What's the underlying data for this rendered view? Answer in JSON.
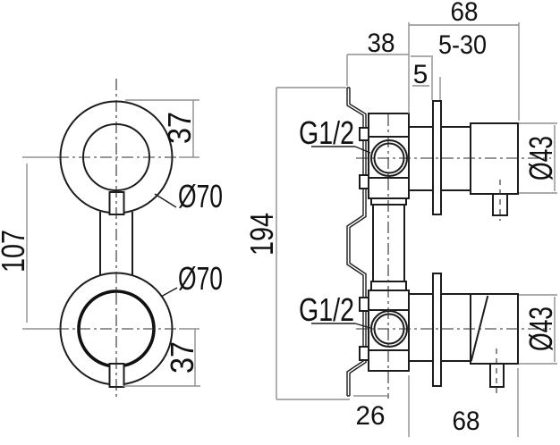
{
  "meta": {
    "drawing_type": "technical installation drawing, shower mixer valve, front and side views",
    "colors": {
      "background": "#ffffff",
      "object_line": "#1c1c1c",
      "dimension_line": "#8f8f8f",
      "text": "#111111"
    }
  },
  "labels": {
    "front": {
      "center_distance": "107",
      "top_offset": "37",
      "top_diameter": "Ø70",
      "bottom_diameter": "Ø70",
      "bottom_offset": "37"
    },
    "side": {
      "depth_top": "68",
      "wall_clearance": "38",
      "adjust_range": "5-30",
      "flange_thickness": "5",
      "thread_top": "G1/2",
      "handle_diameter_top": "Ø43",
      "total_height": "194",
      "thread_bottom": "G1/2",
      "handle_diameter_bottom": "Ø43",
      "pipe_offset": "26",
      "depth_bottom": "68"
    }
  }
}
